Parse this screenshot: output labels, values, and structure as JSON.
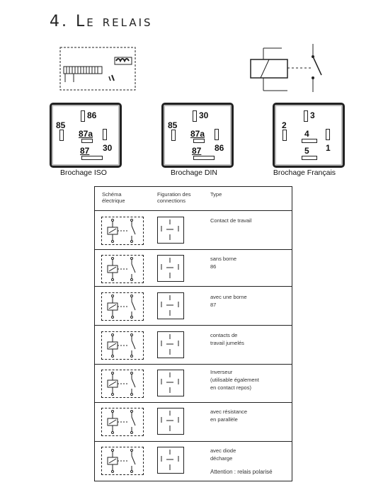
{
  "title": {
    "number": "4.",
    "text": "Le relais"
  },
  "pinouts": [
    {
      "caption": "Brochage ISO",
      "labels": [
        "85",
        "86",
        "87a",
        "87",
        "30"
      ]
    },
    {
      "caption": "Brochage DIN",
      "labels": [
        "85",
        "30",
        "87a",
        "87",
        "86"
      ]
    },
    {
      "caption": "Brochage Français",
      "labels": [
        "2",
        "3",
        "4",
        "5",
        "1"
      ]
    }
  ],
  "table": {
    "headers": {
      "schema": "Schéma électrique",
      "figuration": "Figuration des connections",
      "type": "Type"
    },
    "rows": [
      {
        "type_lines": [
          "Contact de travail"
        ]
      },
      {
        "type_lines": [
          "sans borne",
          "86"
        ]
      },
      {
        "type_lines": [
          "avec une borne",
          "87"
        ]
      },
      {
        "type_lines": [
          "contacts de",
          "travail jumelés"
        ]
      },
      {
        "type_lines": [
          "Inverseur",
          "(utilisable également",
          "en contact repos)"
        ]
      },
      {
        "type_lines": [
          "avec résistance",
          "en parallèle"
        ]
      },
      {
        "type_lines": [
          "avec diode",
          "décharge"
        ],
        "note": "Attention : relais polarisé"
      }
    ]
  }
}
